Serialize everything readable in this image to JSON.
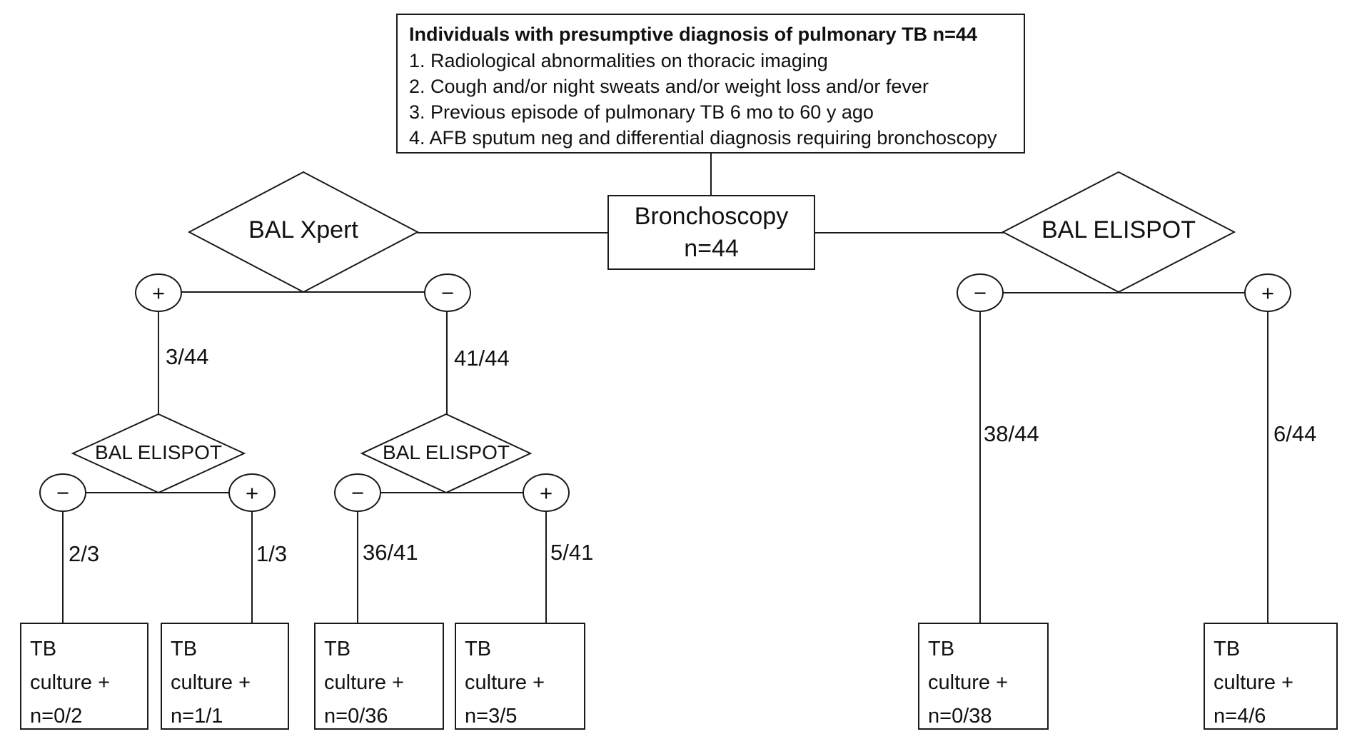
{
  "criteria": {
    "title": "Individuals with presumptive diagnosis of pulmonary TB n=44",
    "items": [
      "1. Radiological abnormalities on thoracic imaging",
      "2. Cough and/or night sweats and/or weight loss and/or fever",
      "3. Previous episode of pulmonary TB 6 mo to 60 y ago",
      "4. AFB sputum neg and differential diagnosis requiring bronchoscopy"
    ]
  },
  "bronchoscopy": {
    "label": "Bronchoscopy",
    "n": "n=44"
  },
  "tests": {
    "bal_xpert": "BAL Xpert",
    "bal_elispot": "BAL ELISPOT"
  },
  "signs": {
    "plus": "+",
    "minus": "−"
  },
  "branches": {
    "xpert_pos": "3/44",
    "xpert_neg": "41/44",
    "xpert_pos_elispot_neg": "2/3",
    "xpert_pos_elispot_pos": "1/3",
    "xpert_neg_elispot_neg": "36/41",
    "xpert_neg_elispot_pos": "5/41",
    "elispot_neg": "38/44",
    "elispot_pos": "6/44"
  },
  "outcomes": [
    "TB\nculture +\nn=0/2",
    "TB\nculture +\nn=1/1",
    "TB\nculture +\nn=0/36",
    "TB\nculture +\nn=3/5",
    "TB\nculture +\nn=0/38",
    "TB\nculture +\nn=4/6"
  ],
  "colors": {
    "stroke": "#1a1a1a",
    "background": "#ffffff"
  }
}
